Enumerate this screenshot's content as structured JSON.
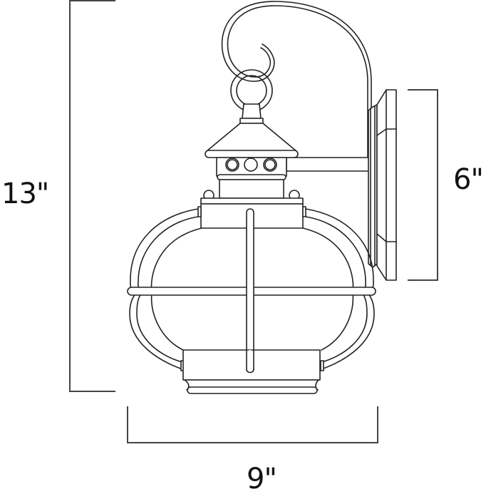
{
  "drawing": {
    "subject": "outdoor wall lantern dimension drawing",
    "line_color": "#222222",
    "background": "#ffffff"
  },
  "dimensions": {
    "height": {
      "label": "13\"",
      "value_in": 13,
      "orientation": "vertical",
      "side": "left"
    },
    "backplate": {
      "label": "6\"",
      "value_in": 6,
      "orientation": "vertical",
      "side": "right"
    },
    "width": {
      "label": "9\"",
      "value_in": 9,
      "orientation": "horizontal",
      "side": "bottom"
    }
  }
}
